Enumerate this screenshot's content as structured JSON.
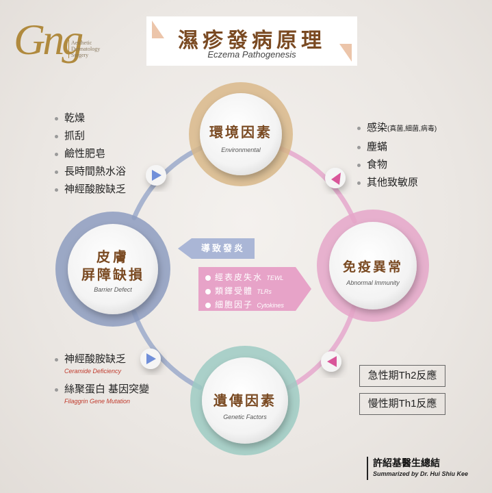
{
  "logo": {
    "monogram": "Gng",
    "lines": [
      "Aesthetic",
      "Dermatology",
      "Surgery"
    ]
  },
  "title": {
    "zh": "濕疹發病原理",
    "en": "Eczema Pathogenesis"
  },
  "nodes": {
    "environmental": {
      "zh": "環境因素",
      "en": "Environmental"
    },
    "immune": {
      "zh": "免疫異常",
      "en": "Abnormal Immunity"
    },
    "genetic": {
      "zh": "遺傳因素",
      "en": "Genetic Factors"
    },
    "barrier": {
      "zh1": "皮膚",
      "zh2": "屏障缺損",
      "en": "Barrier Defect"
    }
  },
  "left_top_list": [
    "乾燥",
    "抓刮",
    "鹼性肥皂",
    "長時間熱水浴",
    "神經酸胺缺乏"
  ],
  "right_top_list": [
    {
      "text": "感染",
      "small": "(真菌,細菌,病毒)"
    },
    {
      "text": "塵蟎"
    },
    {
      "text": "食物"
    },
    {
      "text": "其他致敏原"
    }
  ],
  "left_bottom_list": [
    {
      "text": "神經酸胺缺乏",
      "en": "Ceramide Deficiency"
    },
    {
      "text": "絲聚蛋白 基因突變",
      "en": "Filaggrin Gene Mutation"
    }
  ],
  "center": {
    "lead": "導致發炎",
    "items": [
      {
        "zh": "經表皮失水",
        "en": "TEWL"
      },
      {
        "zh": "類鐸受體",
        "en": "TLRs"
      },
      {
        "zh": "細胞因子",
        "en": "Cytokines"
      }
    ]
  },
  "responses": [
    "急性期Th2反應",
    "慢性期Th1反應"
  ],
  "signature": {
    "zh": "許紹基醫生總結",
    "en": "Summarized by Dr. Hui Shiu Kee"
  },
  "colors": {
    "environmental": "#d9b98a",
    "immune": "#e5a6c9",
    "genetic": "#9dcbc3",
    "barrier": "#8d9cbf",
    "title_brown": "#7a4a22",
    "lead_arrow": "#aab6d6",
    "pink_box": "#e7a3c8"
  }
}
